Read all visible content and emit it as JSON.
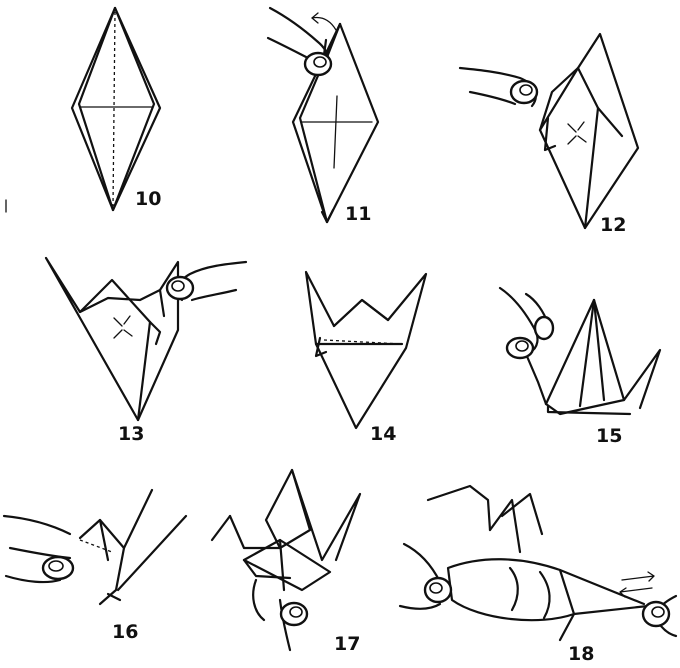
{
  "steps": [
    {
      "number": "10",
      "icons": []
    },
    {
      "number": "11",
      "icons": [
        "hand-icon",
        "curved-arrow-icon"
      ]
    },
    {
      "number": "12",
      "icons": [
        "hand-icon",
        "pinch-arrows-icon"
      ]
    },
    {
      "number": "13",
      "icons": [
        "hand-icon",
        "pinch-arrows-icon"
      ]
    },
    {
      "number": "14",
      "icons": []
    },
    {
      "number": "15",
      "icons": [
        "hand-icon"
      ]
    },
    {
      "number": "16",
      "icons": [
        "hand-icon"
      ]
    },
    {
      "number": "17",
      "icons": [
        "hand-icon"
      ]
    },
    {
      "number": "18",
      "icons": [
        "hand-icon",
        "double-arrow-icon"
      ]
    }
  ]
}
